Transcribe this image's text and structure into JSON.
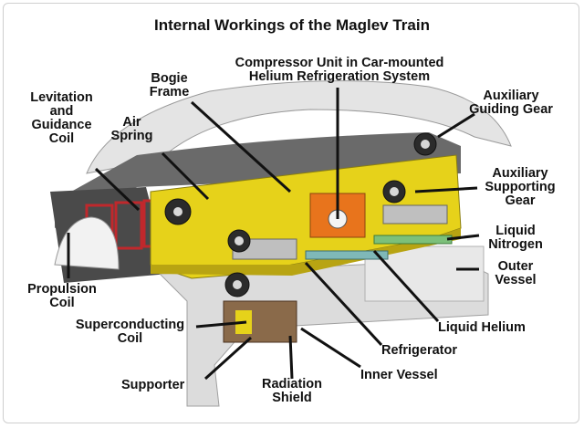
{
  "title": "Internal Workings of the Maglev Train",
  "labels": {
    "levitation": "Levitation\nand\nGuidance\nCoil",
    "bogie": "Bogie\nFrame",
    "compressor": "Compressor Unit in Car-mounted\nHelium Refrigeration System",
    "air_spring": "Air\nSpring",
    "aux_guiding": "Auxiliary\nGuiding Gear",
    "aux_supporting": "Auxiliary\nSupporting\nGear",
    "liquid_nitrogen": "Liquid\nNitrogen",
    "outer_vessel": "Outer\nVessel",
    "propulsion": "Propulsion\nCoil",
    "superconducting": "Superconducting\nCoil",
    "liquid_helium": "Liquid Helium",
    "refrigerator": "Refrigerator",
    "supporter": "Supporter",
    "inner_vessel": "Inner Vessel",
    "radiation_shield": "Radiation\nShield"
  },
  "colors": {
    "bogie_yellow": "#e6d21a",
    "coil_red": "#c0282c",
    "compressor_orange": "#e8741c",
    "nitrogen_green": "#7cc07a",
    "helium_teal": "#7fb8b8",
    "body_gray": "#dcdcdc"
  }
}
